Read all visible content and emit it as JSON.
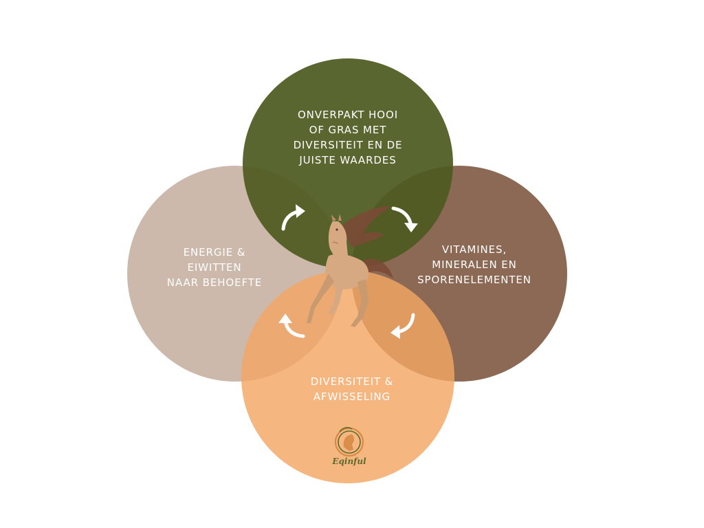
{
  "diagram": {
    "circles": [
      {
        "id": "top",
        "label": "ONVERPAKT HOOI\nOF GRAS MET\nDIVERSITEIT EN DE\nJUISTE WAARDES",
        "color": "#4e5a1f"
      },
      {
        "id": "right",
        "label": "VITAMINES,\nMINERALEN EN\nSPORENELEMENTEN",
        "color": "#7c543c"
      },
      {
        "id": "bottom",
        "label": "DIVERSITEIT &\nAFWISSELING",
        "color": "#f3a664"
      },
      {
        "id": "left",
        "label": "ENERGIE &\nEIWITTEN\nNAAR BEHOEFTE",
        "color": "#c3ad9d"
      }
    ],
    "cycle_arrow_color": "#ffffff",
    "cycle_direction": "clockwise"
  },
  "logo": {
    "name": "Eqinful",
    "color": "#5b6a2e",
    "accent": "#d4873f"
  },
  "horse": {
    "body_color": "#d6a983",
    "mane_color": "#7a4a36"
  }
}
